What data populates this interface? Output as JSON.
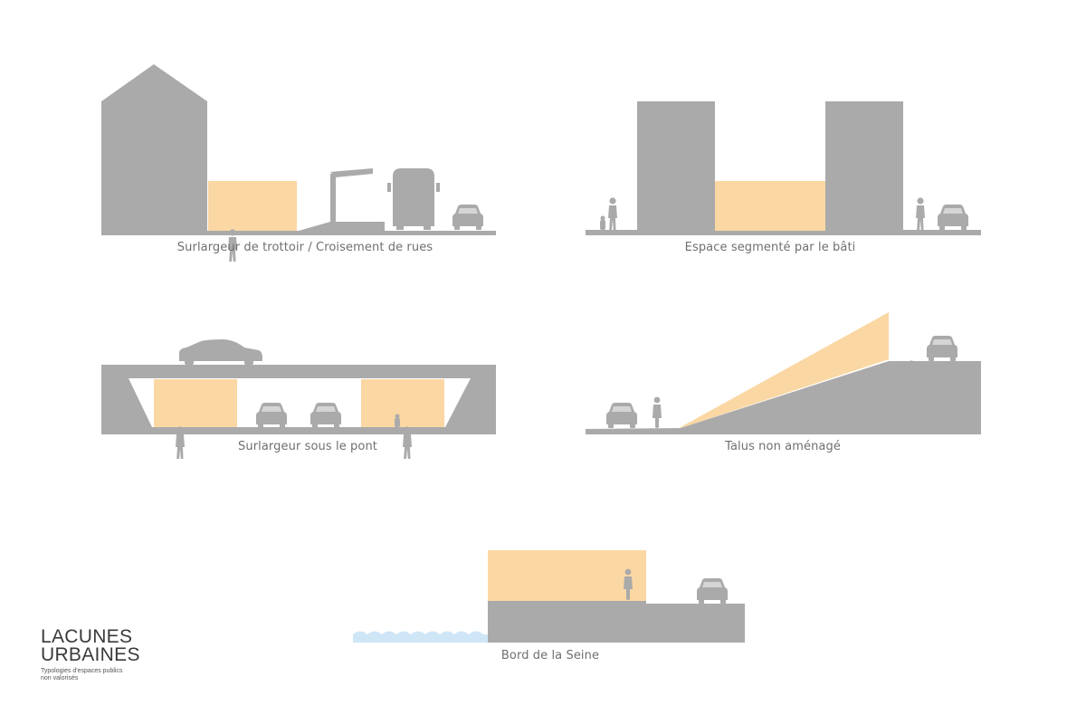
{
  "colors": {
    "grey": "#aaaaaa",
    "orange": "#fad7a3",
    "water": "#cfe6f7",
    "text": "#6f6f6f"
  },
  "title": {
    "line1": "LACUNES",
    "line2": "URBAINES",
    "subtitle_line1": "Typologies d'espaces publics",
    "subtitle_line2": "non valorisés"
  },
  "sections": [
    {
      "caption": "Surlargeur de trottoir / Croisement de rues"
    },
    {
      "caption": "Espace segmenté par le bâti"
    },
    {
      "caption": "Surlargeur sous le pont"
    },
    {
      "caption": "Talus non aménagé"
    },
    {
      "caption": "Bord de la Seine"
    }
  ],
  "icons": [
    "pedestrian-icon",
    "car-icon",
    "bus-icon",
    "cyclist-icon",
    "dog-icon",
    "bus-shelter-icon",
    "water-waves-icon"
  ]
}
